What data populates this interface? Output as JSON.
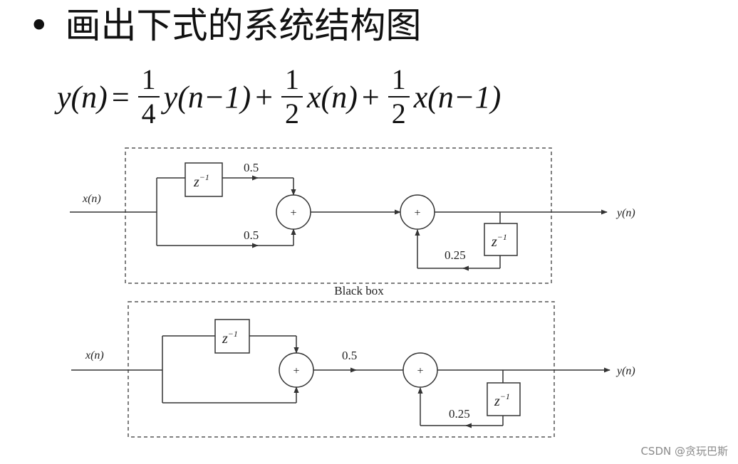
{
  "title": {
    "bullet": "•",
    "text": "画出下式的系统结构图"
  },
  "equation": {
    "lhs": "y(n)",
    "equals": "=",
    "term1": {
      "num": "1",
      "den": "4",
      "expr": "y(n−1)"
    },
    "plus1": "+",
    "term2": {
      "num": "1",
      "den": "2",
      "expr": "x(n)"
    },
    "plus2": "+",
    "term3": {
      "num": "1",
      "den": "2",
      "expr": "x(n−1)"
    }
  },
  "diagram_top": {
    "input_label": "x(n)",
    "output_label": "y(n)",
    "delay_label": "z",
    "delay_exp": "−1",
    "feedback_delay_label": "z",
    "feedback_delay_exp": "−1",
    "adder_symbol": "+",
    "gain_upper": "0.5",
    "gain_lower": "0.5",
    "gain_feedback": "0.25",
    "box_caption": "Black box"
  },
  "diagram_bottom": {
    "input_label": "x(n)",
    "output_label": "y(n)",
    "delay_label": "z",
    "delay_exp": "−1",
    "feedback_delay_label": "z",
    "feedback_delay_exp": "−1",
    "adder_symbol": "+",
    "gain_middle": "0.5",
    "gain_feedback": "0.25"
  },
  "watermark": "CSDN @贪玩巴斯",
  "colors": {
    "line": "#333333",
    "dashed": "#555555",
    "watermark": "#8a8a8a"
  }
}
